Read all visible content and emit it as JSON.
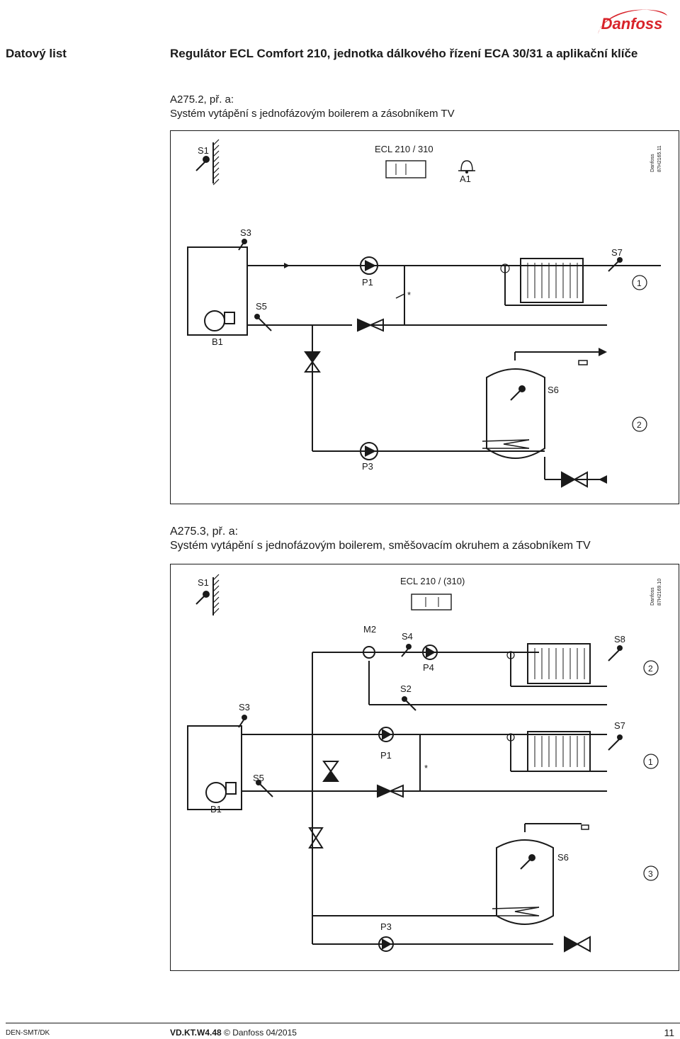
{
  "header": {
    "brand": "Danfoss",
    "doc_type": "Datový list",
    "title": "Regulátor ECL Comfort 210, jednotka dálkového řízení ECA 30/31 a aplikační klíče"
  },
  "diagram1": {
    "code": "A275.2, př. a:",
    "caption": "Systém vytápění s jednofázovým boilerem a zásobníkem TV",
    "controller": "ECL 210 / 310",
    "stamp_brand": "Danfoss",
    "stamp_code": "87H2165.11",
    "labels": {
      "s1": "S1",
      "a1": "A1",
      "s3": "S3",
      "s7": "S7",
      "p1": "P1",
      "s5": "S5",
      "b1": "B1",
      "s6": "S6",
      "p3": "P3",
      "star": "*",
      "c1": "1",
      "c2": "2"
    }
  },
  "diagram2": {
    "code": "A275.3, př. a:",
    "caption": "Systém vytápění s jednofázovým boilerem, směšovacím okruhem a zásobníkem TV",
    "controller": "ECL 210 / (310)",
    "stamp_brand": "Danfoss",
    "stamp_code": "87H2169.10",
    "labels": {
      "s1": "S1",
      "m2": "M2",
      "s4": "S4",
      "s8": "S8",
      "p4": "P4",
      "s2": "S2",
      "s3": "S3",
      "s7": "S7",
      "p1": "P1",
      "s5": "S5",
      "b1": "B1",
      "s6": "S6",
      "p3": "P3",
      "star": "*",
      "c1": "1",
      "c2": "2",
      "c3": "3"
    }
  },
  "footer": {
    "left": "DEN-SMT/DK",
    "code": "VD.KT.W4.48",
    "copyright": "© Danfoss 04/2015",
    "page": "11"
  }
}
